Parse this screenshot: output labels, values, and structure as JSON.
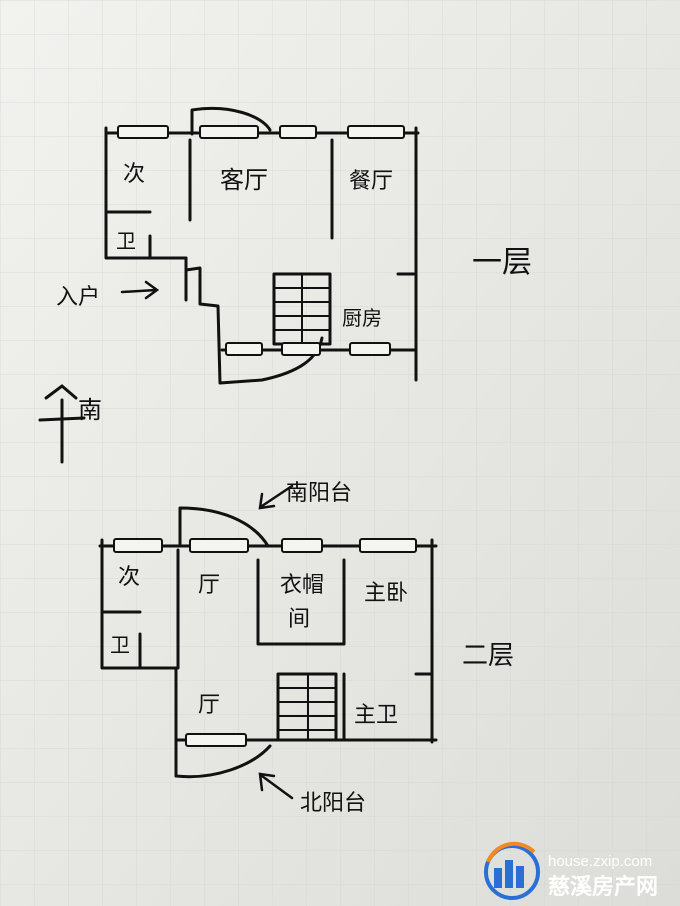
{
  "floor1": {
    "level_label": "一层",
    "rooms": {
      "secondary_bedroom": "次",
      "living_room": "客厅",
      "dining_room": "餐厅",
      "bathroom": "卫",
      "kitchen": "厨房"
    },
    "entrance_label": "入户"
  },
  "compass": {
    "label": "南"
  },
  "floor2": {
    "level_label": "二层",
    "south_balcony_label": "南阳台",
    "rooms": {
      "secondary_bedroom": "次",
      "hall_upper": "厅",
      "cloakroom_line1": "衣帽",
      "cloakroom_line2": "间",
      "master_bedroom": "主卧",
      "bathroom": "卫",
      "hall_lower": "厅",
      "master_bathroom": "主卫"
    },
    "north_balcony_label": "北阳台"
  },
  "watermark": {
    "url": "house.zxip.com",
    "site_name": "慈溪房产网",
    "logo_color": "#2a6fd6",
    "accent_color": "#f08a24"
  }
}
